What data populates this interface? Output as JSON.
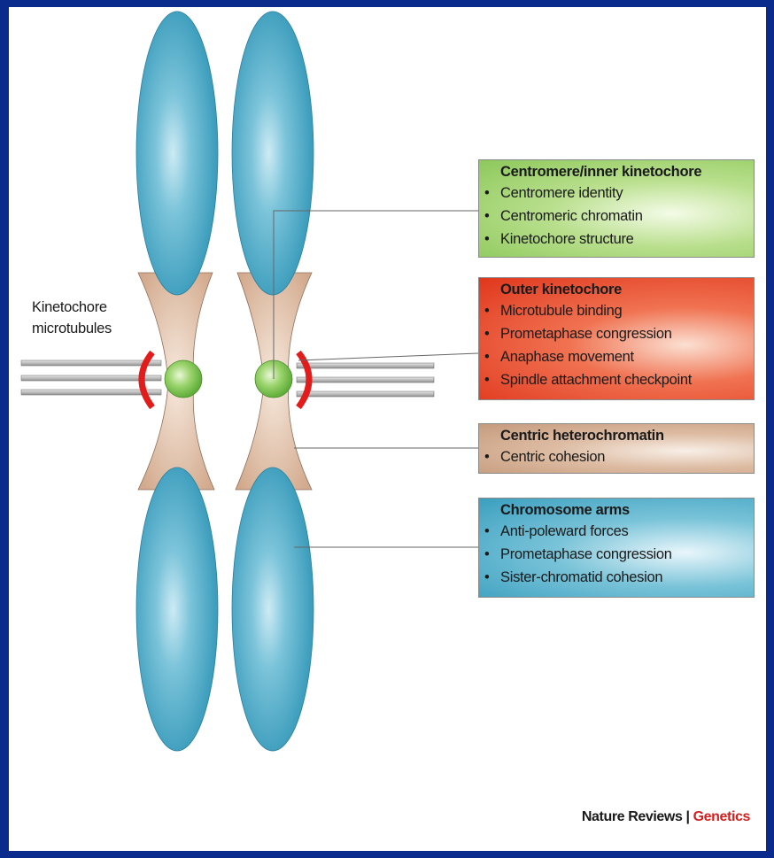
{
  "labels": {
    "microtubules_line1": "Kinetochore",
    "microtubules_line2": "microtubules"
  },
  "boxes": {
    "centromere": {
      "title": "Centromere/inner kinetochore",
      "items": [
        "Centromere identity",
        "Centromeric chromatin",
        "Kinetochore structure"
      ]
    },
    "outer": {
      "title": "Outer kinetochore",
      "items": [
        "Microtubule binding",
        "Prometaphase congression",
        "Anaphase movement",
        "Spindle attachment checkpoint"
      ]
    },
    "heterochromatin": {
      "title": "Centric heterochromatin",
      "items": [
        "Centric cohesion"
      ]
    },
    "arms": {
      "title": "Chromosome arms",
      "items": [
        "Anti-poleward forces",
        "Prometaphase congression",
        "Sister-chromatid cohesion"
      ]
    }
  },
  "credit": {
    "journal": "Nature Reviews |",
    "section": "Genetics"
  },
  "colors": {
    "frame": "#0a2a8c",
    "arm": "#4aa8c8",
    "constriction": "#dcb8a0",
    "centromere": "#7cc44e",
    "kinetochore": "#e21b1b",
    "credit_accent": "#d61e1e"
  }
}
